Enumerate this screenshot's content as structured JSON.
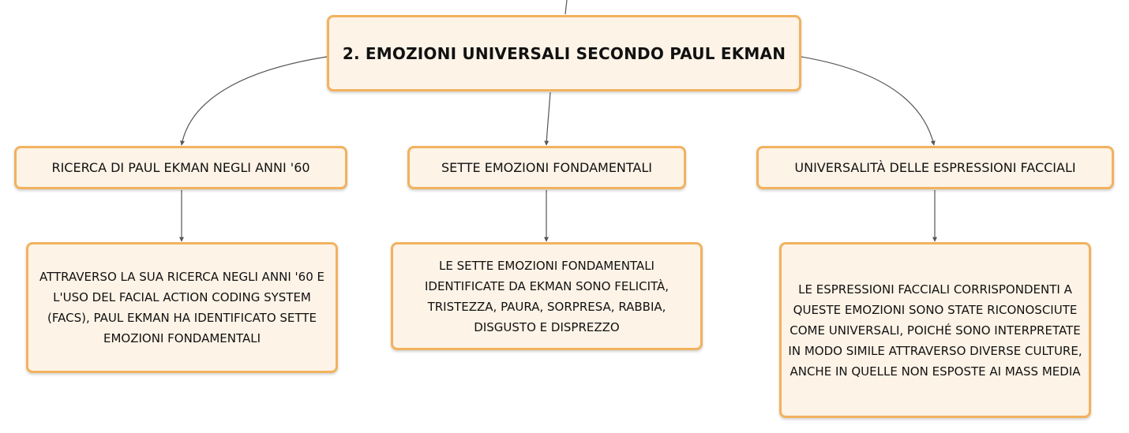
{
  "map": {
    "root": {
      "label": "2. EMOZIONI UNIVERSALI SECONDO PAUL EKMAN"
    },
    "topics": [
      {
        "label": "RICERCA DI PAUL EKMAN NEGLI ANNI '60",
        "detail": "ATTRAVERSO LA SUA RICERCA NEGLI ANNI '60 E L'USO DEL FACIAL ACTION CODING SYSTEM (FACS), PAUL EKMAN HA IDENTIFICATO SETTE EMOZIONI FONDAMENTALI"
      },
      {
        "label": "SETTE EMOZIONI FONDAMENTALI",
        "detail": "LE SETTE EMOZIONI FONDAMENTALI IDENTIFICATE DA EKMAN SONO FELICITÀ, TRISTEZZA, PAURA, SORPRESA, RABBIA, DISGUSTO E DISPREZZO"
      },
      {
        "label": "UNIVERSALITÀ DELLE ESPRESSIONI FACCIALI",
        "detail": "LE ESPRESSIONI FACCIALI CORRISPONDENTI A QUESTE EMOZIONI SONO STATE RICONOSCIUTE COME UNIVERSALI, POICHÉ SONO INTERPRETATE IN MODO SIMILE ATTRAVERSO DIVERSE CULTURE, ANCHE IN QUELLE NON ESPOSTE AI MASS MEDIA"
      }
    ]
  },
  "colors": {
    "node_fill": "#fdf3e7",
    "node_border": "#f2b25e",
    "connector": "#555555",
    "text": "#111111"
  }
}
